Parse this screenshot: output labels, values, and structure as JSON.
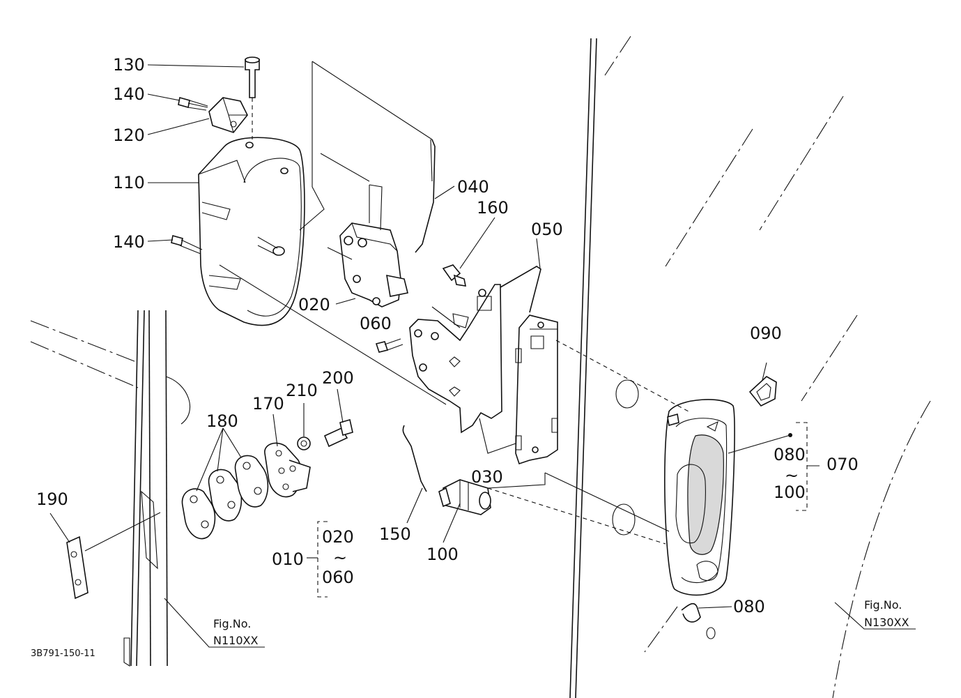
{
  "diagram": {
    "drawing_code": "3B791-150-11",
    "callouts": [
      {
        "id": "130",
        "text": "130"
      },
      {
        "id": "140a",
        "text": "140"
      },
      {
        "id": "120",
        "text": "120"
      },
      {
        "id": "110",
        "text": "110"
      },
      {
        "id": "140b",
        "text": "140"
      },
      {
        "id": "040",
        "text": "040"
      },
      {
        "id": "160",
        "text": "160"
      },
      {
        "id": "050",
        "text": "050"
      },
      {
        "id": "020",
        "text": "020"
      },
      {
        "id": "060",
        "text": "060"
      },
      {
        "id": "090",
        "text": "090"
      },
      {
        "id": "180",
        "text": "180"
      },
      {
        "id": "170",
        "text": "170"
      },
      {
        "id": "210",
        "text": "210"
      },
      {
        "id": "200",
        "text": "200"
      },
      {
        "id": "030",
        "text": "030"
      },
      {
        "id": "190",
        "text": "190"
      },
      {
        "id": "150",
        "text": "150"
      },
      {
        "id": "100",
        "text": "100"
      },
      {
        "id": "080",
        "text": "080"
      }
    ],
    "range_groups": [
      {
        "id": "070",
        "label": "070",
        "from": "080",
        "tilde": "~",
        "to": "100"
      },
      {
        "id": "010",
        "label": "010",
        "from": "020",
        "tilde": "~",
        "to": "060"
      }
    ],
    "figure_refs": [
      {
        "id": "left",
        "title": "Fig.No.",
        "number": "N110XX"
      },
      {
        "id": "right",
        "title": "Fig.No.",
        "number": "N130XX"
      }
    ]
  }
}
